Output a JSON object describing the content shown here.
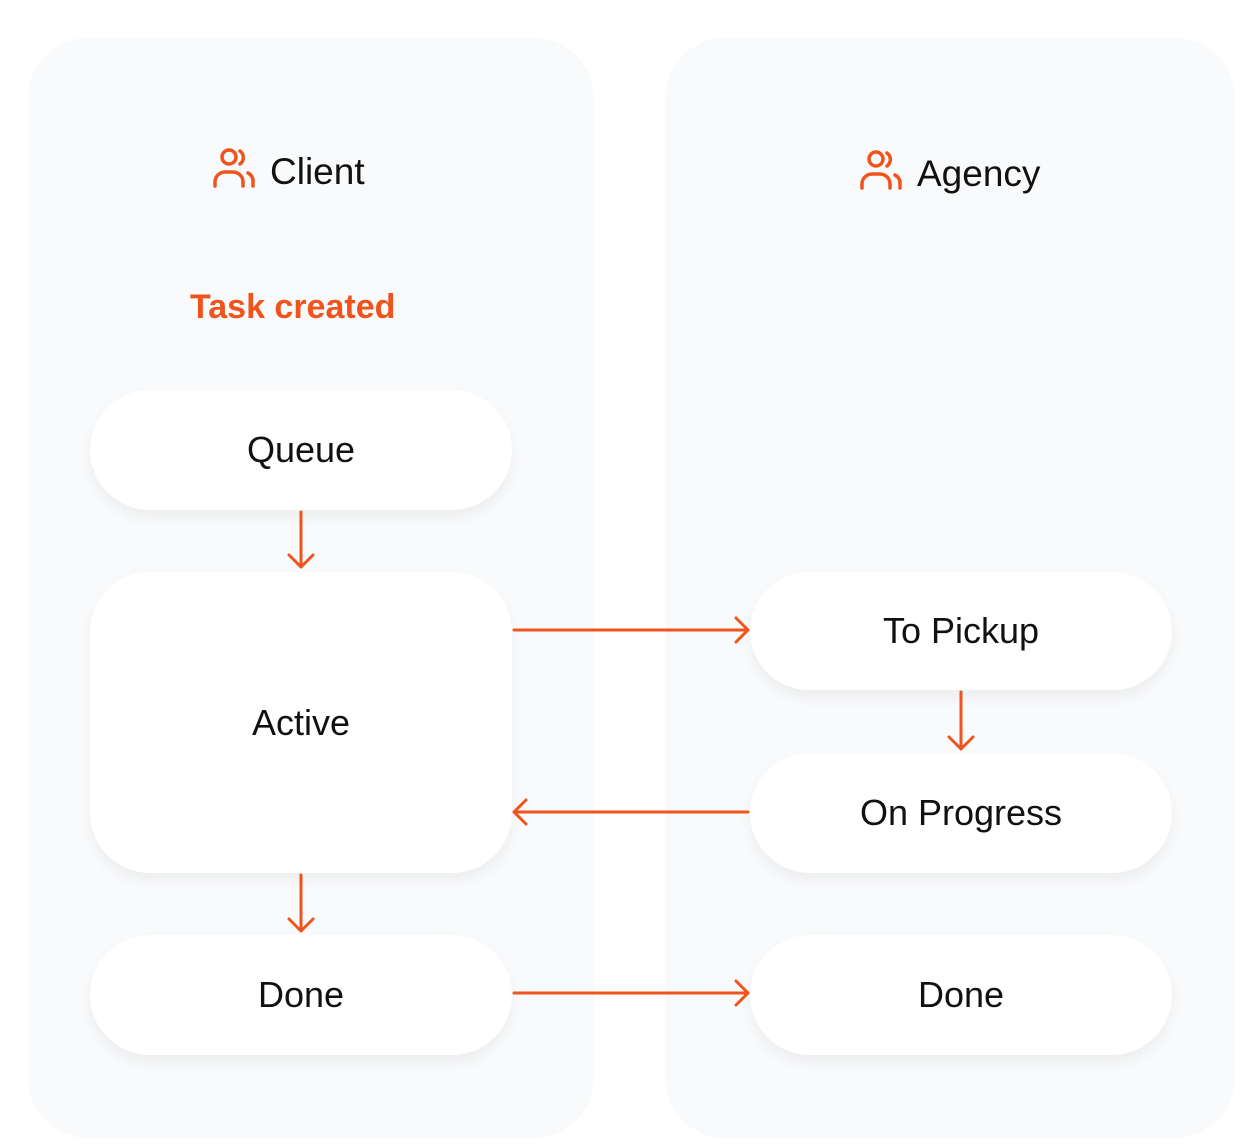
{
  "colors": {
    "accent": "#f0531c",
    "lane_bg": "#f9fafb"
  },
  "client": {
    "title": "Client",
    "icon": "users-icon",
    "status": "Task created",
    "boxes": [
      "Queue",
      "Active",
      "Done"
    ]
  },
  "agency": {
    "title": "Agency",
    "icon": "users-icon",
    "boxes": [
      "To Pickup",
      "On Progress",
      "Done"
    ]
  }
}
